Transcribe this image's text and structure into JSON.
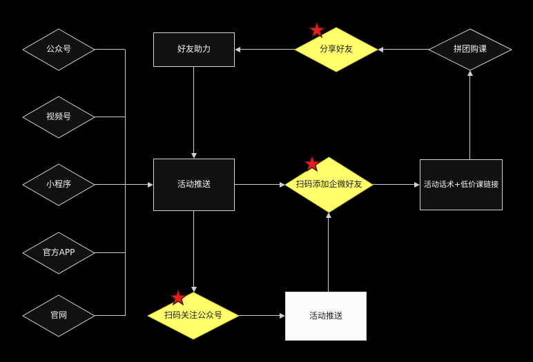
{
  "diagram": {
    "colors": {
      "background": "#000000",
      "node_fill": "#111111",
      "node_border": "#d5d5d5",
      "node_text": "#f2f2f2",
      "highlight_fill": "#feff6a",
      "highlight_border": "#d9d927",
      "highlight_text": "#1c1c1c",
      "white_fill": "#fbfbfb",
      "white_text": "#1f1f1f",
      "connector": "#cfcfcf",
      "star_fill": "#e51e1e",
      "star_outline": "#401010"
    },
    "nodes": {
      "wechat_official_account": {
        "label": "公众号",
        "shape": "diamond"
      },
      "video_channel": {
        "label": "视频号",
        "shape": "diamond"
      },
      "mini_program": {
        "label": "小程序",
        "shape": "diamond"
      },
      "official_app": {
        "label": "官方APP",
        "shape": "diamond"
      },
      "official_website": {
        "label": "官网",
        "shape": "diamond"
      },
      "friend_assist": {
        "label": "好友助力",
        "shape": "rect"
      },
      "share_with_friends": {
        "label": "分享好友",
        "shape": "diamond-highlight",
        "starred": true
      },
      "group_buy_course": {
        "label": "拼团购课",
        "shape": "diamond"
      },
      "activity_push_main": {
        "label": "活动推送",
        "shape": "rect"
      },
      "scan_add_wecom_friend": {
        "label": "扫码添加企微好友",
        "shape": "diamond-highlight",
        "starred": true
      },
      "activity_script_low_price_link": {
        "label": "活动话术+低价课链接",
        "shape": "rect"
      },
      "scan_follow_official_account": {
        "label": "扫码关注公众号",
        "shape": "diamond-highlight",
        "starred": true
      },
      "activity_push_bottom": {
        "label": "活动推送",
        "shape": "rect-white"
      }
    }
  }
}
